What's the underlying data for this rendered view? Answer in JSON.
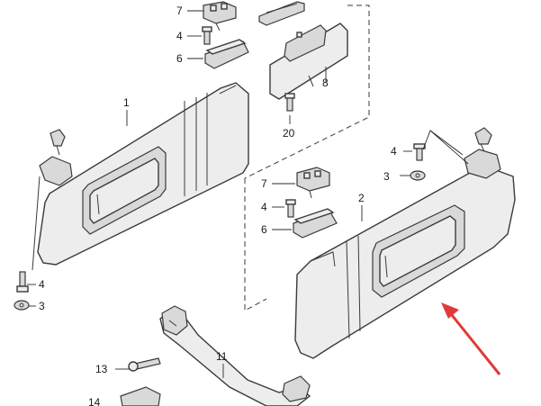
{
  "callouts": {
    "p1": "1",
    "p2": "2",
    "p3a": "3",
    "p3b": "3",
    "p4a": "4",
    "p4b": "4",
    "p4c": "4",
    "p4d": "4",
    "p6a": "6",
    "p6b": "6",
    "p7a": "7",
    "p7b": "7",
    "p8": "8",
    "p11": "11",
    "p13": "13",
    "p14": "14",
    "p20": "20"
  },
  "colors": {
    "arrow": "#e03a3a",
    "line": "#3a3a3a",
    "part_fill": "#ededed"
  }
}
